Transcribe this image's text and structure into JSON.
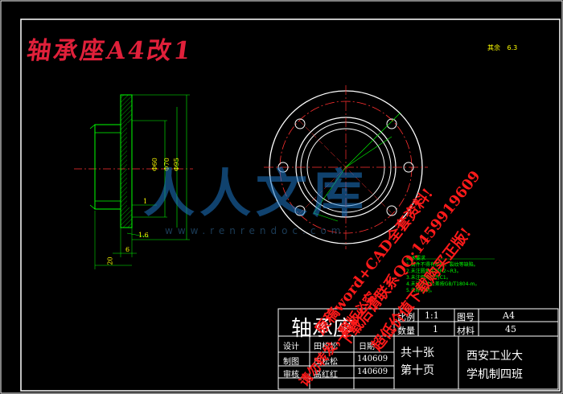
{
  "drawing": {
    "title": "轴承座A4改1",
    "roughness_label": "其余",
    "roughness_value": "6.3",
    "part_name": "轴承座",
    "watermark_logo": "人人文库",
    "watermark_url": "www.renrendoc.com",
    "promo_line_1": "原稿word+CAD全套资料!",
    "promo_line_2": "下载后请联系QQ:1459919609",
    "promo_line_3": "超低价值下载购买正版!",
    "promo_line_4": "请勿转发，翻版必究"
  },
  "dimensions": {
    "d1": "Φ60",
    "d2": "Φ70",
    "d3": "Φ95",
    "len1": "20",
    "len2": "6",
    "chamfer": "1",
    "tol": "1.6"
  },
  "title_block": {
    "scale_label": "比例",
    "scale_value": "1:1",
    "drawing_no_label": "图号",
    "drawing_no_value": "A4",
    "qty_label": "数量",
    "qty_value": "1",
    "material_label": "材料",
    "material_value": "45",
    "design_label": "设计",
    "design_name": "田松松",
    "date_label": "日期",
    "draw_label": "制图",
    "draw_name": "田松松",
    "draw_date": "140609",
    "review_label": "审核",
    "review_name": "高红红",
    "review_date": "140609",
    "sheets_total": "共十张",
    "sheet_no": "第十页",
    "school_line_1": "西安工业大",
    "school_line_2": "学机制四班"
  },
  "tech_notes": [
    "技术要求",
    "1.铸件不得有砂眼、裂纹等缺陷。",
    "2.未注圆角半径R2~R3。",
    "3.未注倒角均为C1。",
    "4.未注尺寸公差按GB/T1804-m。",
    "5.去除毛刺。"
  ]
}
